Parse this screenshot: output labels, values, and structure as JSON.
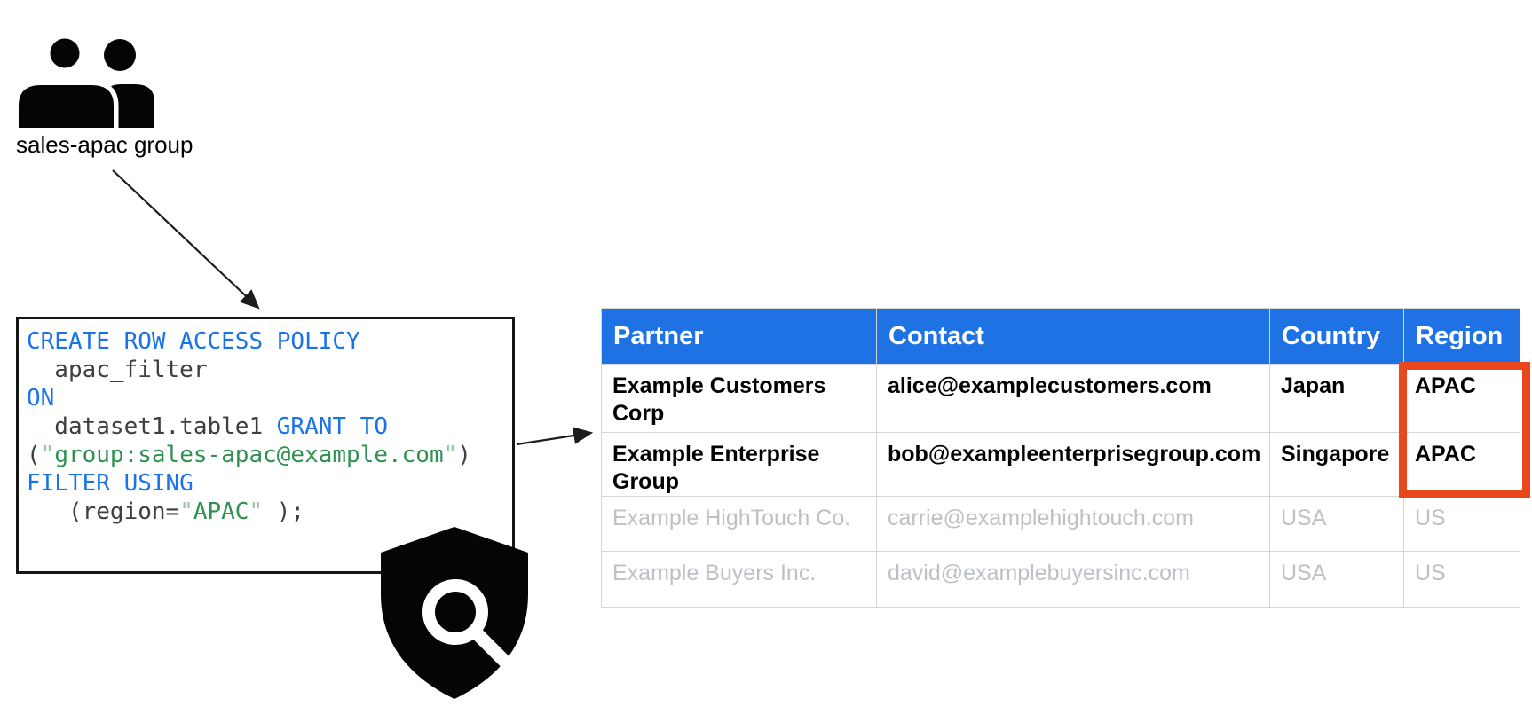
{
  "colors": {
    "header-blue": "#1F72E4",
    "keyword-blue": "#1A73E8",
    "code-dark": "#3C4043",
    "string-green": "#2E9150",
    "string-quote-green": "#9AC7A9",
    "highlight-red": "#E8481C",
    "muted-gray": "#BDC1C6",
    "border-gray": "#D6D6D6",
    "icon-black": "#050505"
  },
  "group": {
    "label": "sales-apac group"
  },
  "code": {
    "lines": [
      [
        {
          "t": "CREATE ROW ACCESS POLICY",
          "c": "kw"
        }
      ],
      [
        {
          "t": "  apac_filter",
          "c": "id"
        }
      ],
      [
        {
          "t": "ON",
          "c": "kw"
        }
      ],
      [
        {
          "t": "  dataset1.table1 ",
          "c": "id"
        },
        {
          "t": "GRANT TO",
          "c": "kw"
        }
      ],
      [
        {
          "t": "(",
          "c": "id"
        },
        {
          "t": "\"",
          "c": "q"
        },
        {
          "t": "group:sales-apac@example.com",
          "c": "str"
        },
        {
          "t": "\"",
          "c": "q"
        },
        {
          "t": ")",
          "c": "id"
        }
      ],
      [
        {
          "t": "FILTER USING",
          "c": "kw"
        }
      ],
      [
        {
          "t": "   (region=",
          "c": "id"
        },
        {
          "t": "\"",
          "c": "q"
        },
        {
          "t": "APAC",
          "c": "str"
        },
        {
          "t": "\"",
          "c": "q"
        },
        {
          "t": " );",
          "c": "id"
        }
      ]
    ]
  },
  "table": {
    "columns": [
      "Partner",
      "Contact",
      "Country",
      "Region"
    ],
    "rows": [
      {
        "state": "matched",
        "cells": [
          "Example Customers Corp",
          "alice@examplecustomers.com",
          "Japan",
          "APAC"
        ]
      },
      {
        "state": "matched",
        "cells": [
          "Example Enterprise Group",
          "bob@exampleenterprisegroup.com",
          "Singapore",
          "APAC"
        ]
      },
      {
        "state": "filtered",
        "cells": [
          "Example HighTouch Co.",
          "carrie@examplehightouch.com",
          "USA",
          "US"
        ]
      },
      {
        "state": "filtered",
        "cells": [
          "Example Buyers Inc.",
          "david@examplebuyersinc.com",
          "USA",
          "US"
        ]
      }
    ]
  }
}
